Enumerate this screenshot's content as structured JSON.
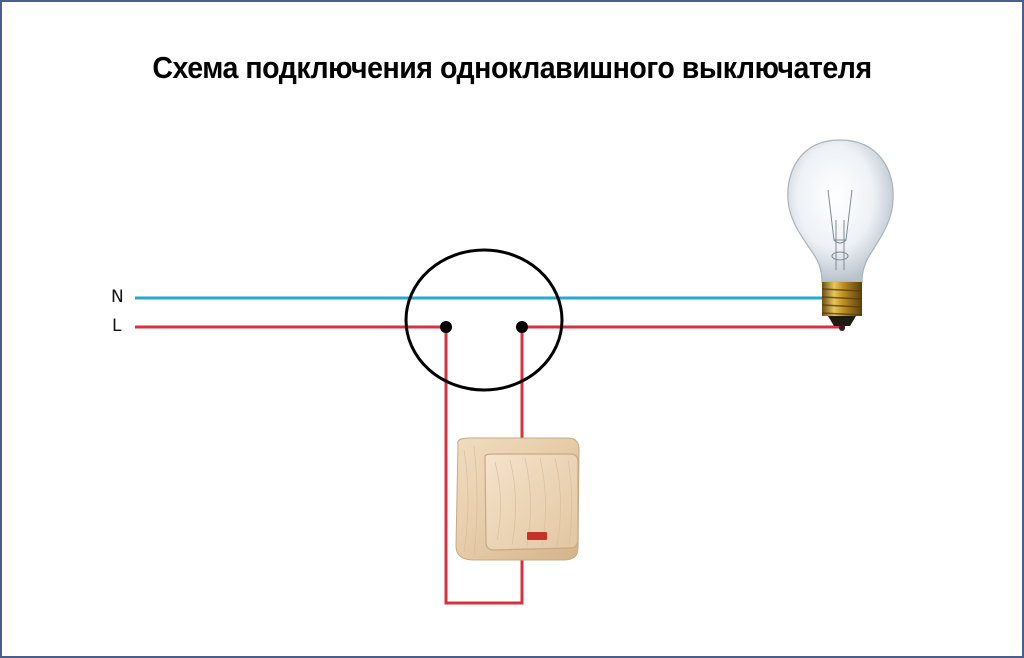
{
  "title": "Схема подключения одноклавишного выключателя",
  "wires": {
    "neutral": {
      "label": "N",
      "color": "#2aa7c9"
    },
    "line": {
      "label": "L",
      "color": "#d9303f"
    }
  },
  "components": {
    "junction_box": {
      "name": "junction box",
      "stroke": "#000000"
    },
    "switch": {
      "name": "single-gang switch",
      "body_color": "#e8cfb0",
      "indicator_color": "#c8302a"
    },
    "lamp": {
      "name": "incandescent light bulb",
      "base_color": "#b8902a"
    }
  }
}
